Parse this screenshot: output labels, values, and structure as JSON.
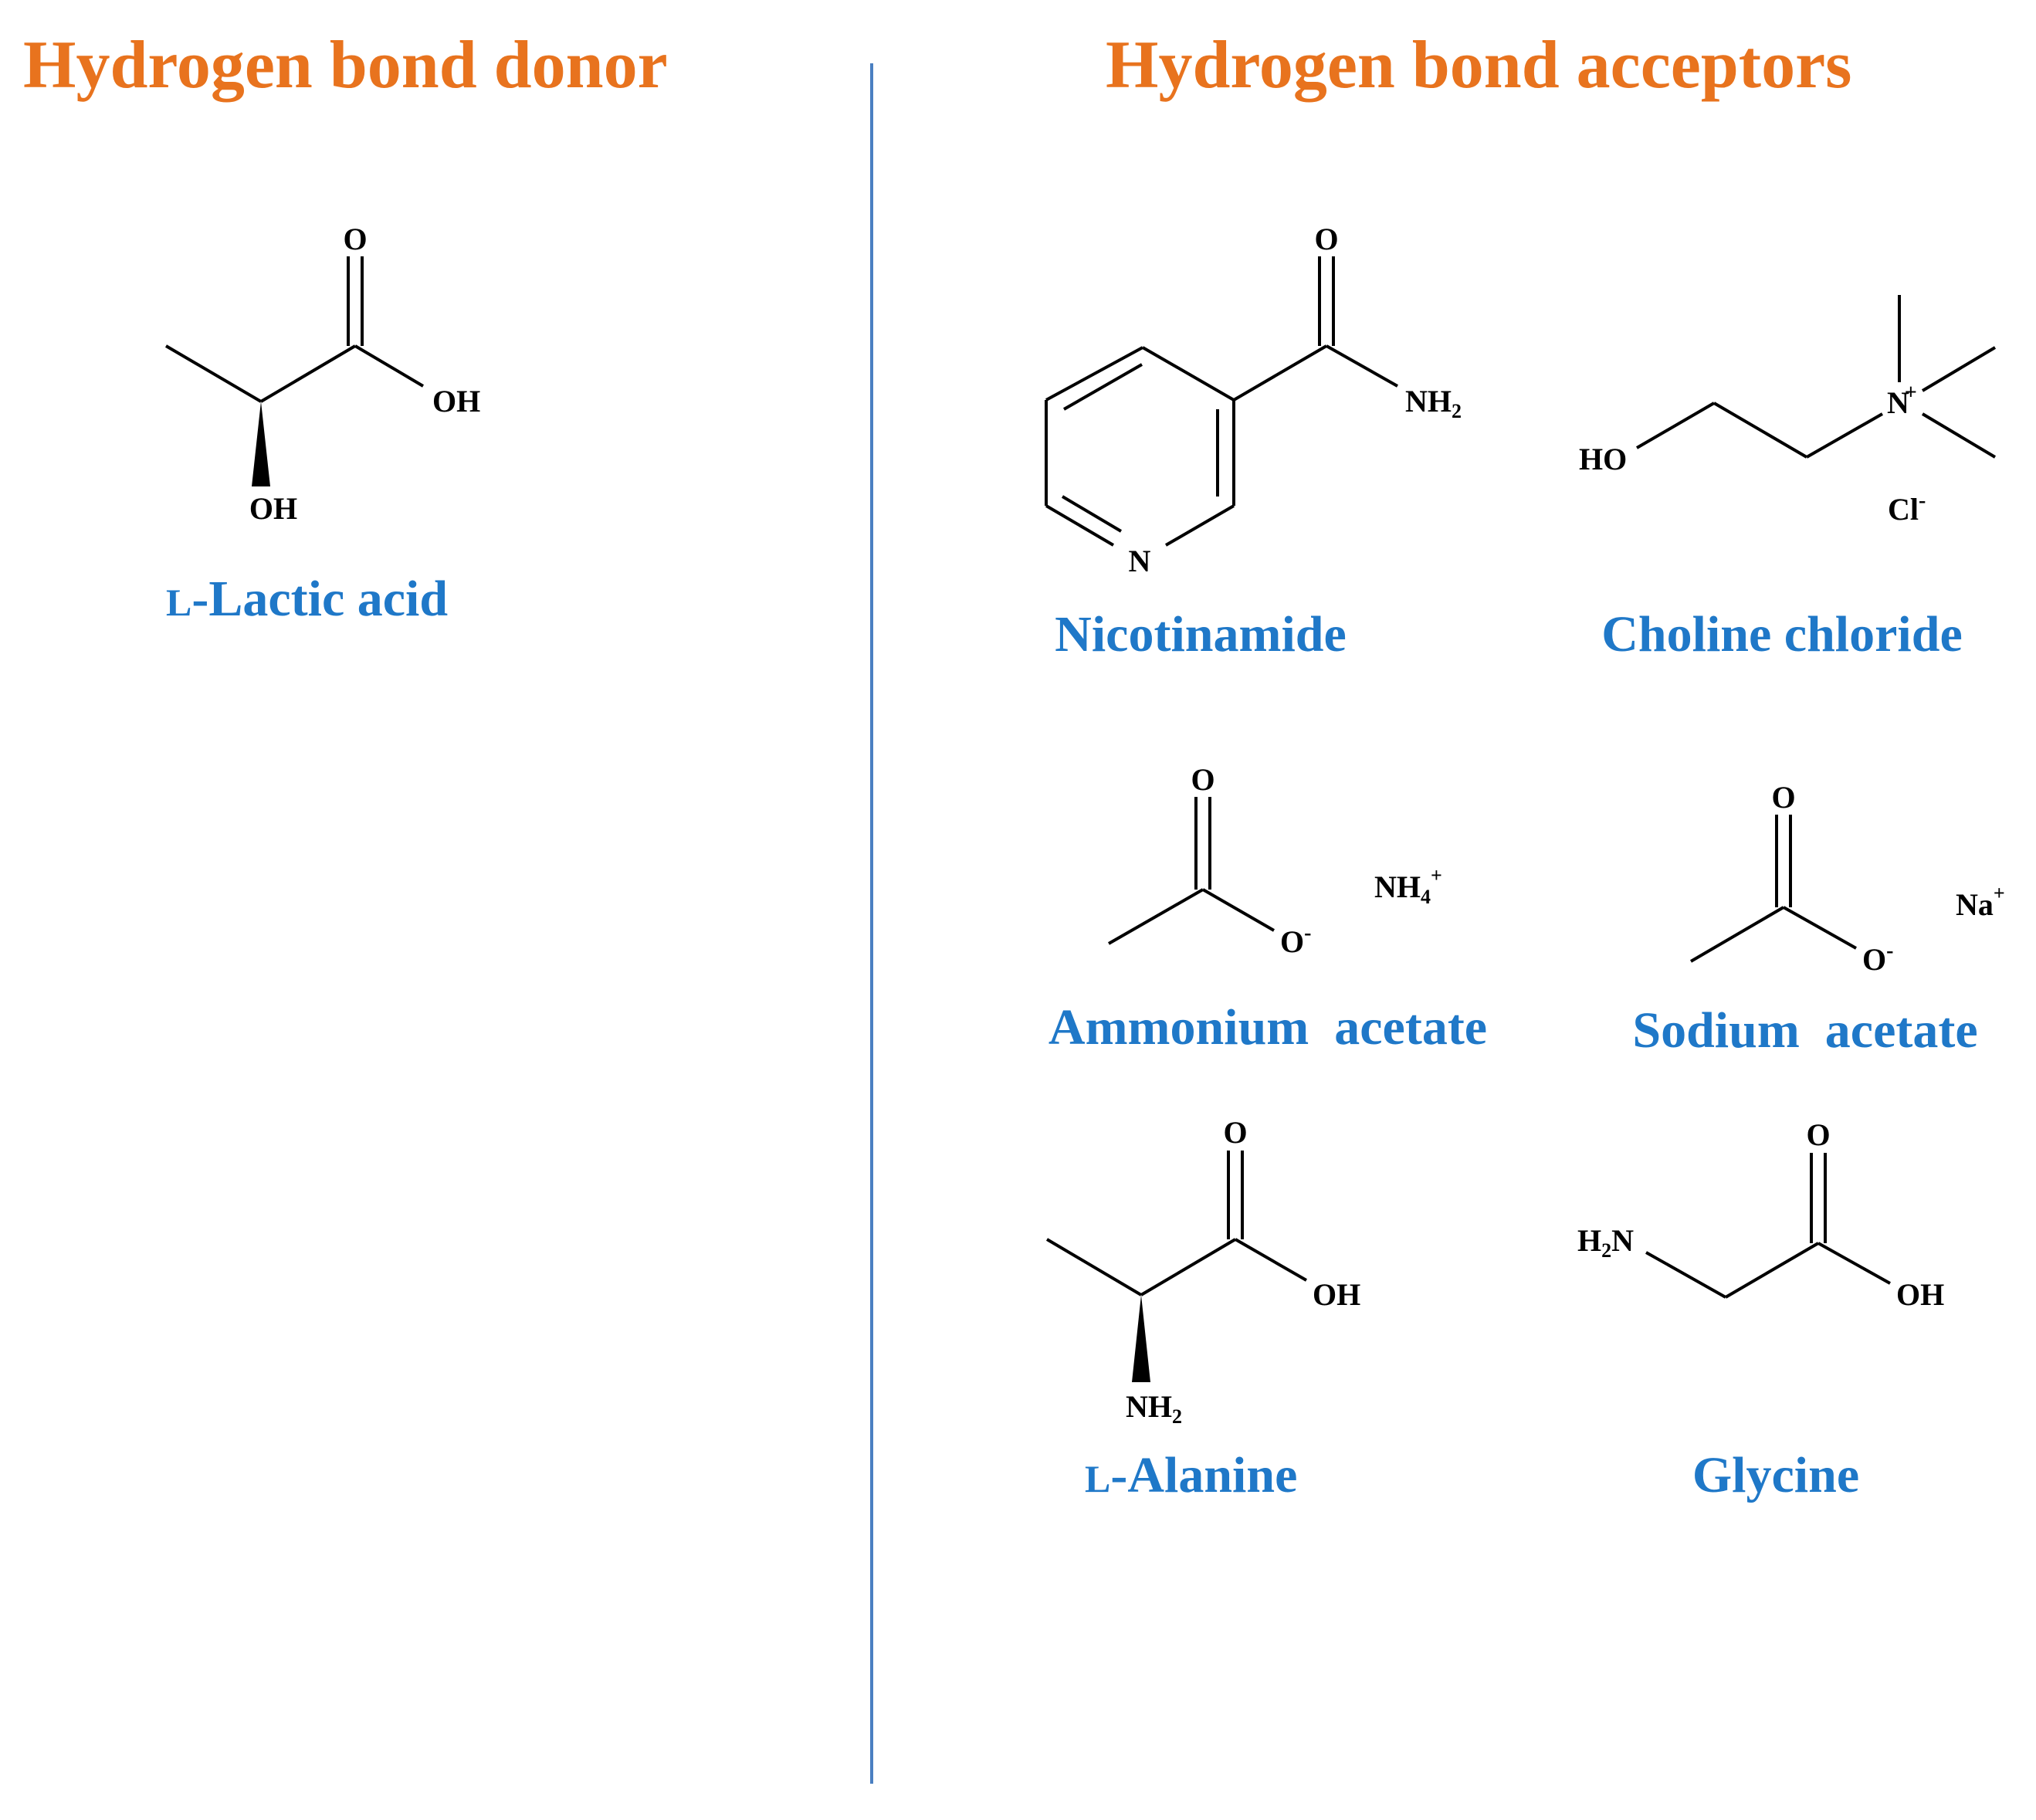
{
  "colors": {
    "heading": "#E8731E",
    "caption": "#1F78C8",
    "divider": "#4A7FC1",
    "structure": "#000000"
  },
  "left_panel": {
    "title": "Hydrogen bond donor",
    "molecules": [
      {
        "name": "L-Lactic acid",
        "small_caps_prefix": "L",
        "rest": "-Lactic acid",
        "atoms": {
          "carbonyl_o": "O",
          "hydroxyl": "OH",
          "alpha_oh": "OH"
        }
      }
    ]
  },
  "right_panel": {
    "title": "Hydrogen bond acceptors",
    "molecules": {
      "nicotinamide": {
        "name": "Nicotinamide",
        "atoms": {
          "carbonyl_o": "O",
          "amide_n": "NH",
          "amide_sub": "2",
          "ring_n": "N"
        }
      },
      "choline_chloride": {
        "name": "Choline chloride",
        "atoms": {
          "hydroxyl": "HO",
          "ammonium_n": "N",
          "charge": "+",
          "counter_ion": "Cl",
          "counter_charge": "-"
        }
      },
      "ammonium_acetate": {
        "name": "Ammonium  acetate",
        "atoms": {
          "carbonyl_o": "O",
          "carboxylate_o": "O",
          "carboxylate_charge": "-",
          "cation": "NH",
          "cation_sub": "4",
          "cation_charge": "+"
        }
      },
      "sodium_acetate": {
        "name": "Sodium  acetate",
        "atoms": {
          "carbonyl_o": "O",
          "carboxylate_o": "O",
          "carboxylate_charge": "-",
          "cation": "Na",
          "cation_charge": "+"
        }
      },
      "l_alanine": {
        "name": "L-Alanine",
        "small_caps_prefix": "L",
        "rest": "-Alanine",
        "atoms": {
          "carbonyl_o": "O",
          "hydroxyl": "OH",
          "amine": "NH",
          "amine_sub": "2"
        }
      },
      "glycine": {
        "name": "Glycine",
        "atoms": {
          "carbonyl_o": "O",
          "hydroxyl": "OH",
          "amine_h": "H",
          "amine_sub": "2",
          "amine_n": "N"
        }
      }
    }
  }
}
